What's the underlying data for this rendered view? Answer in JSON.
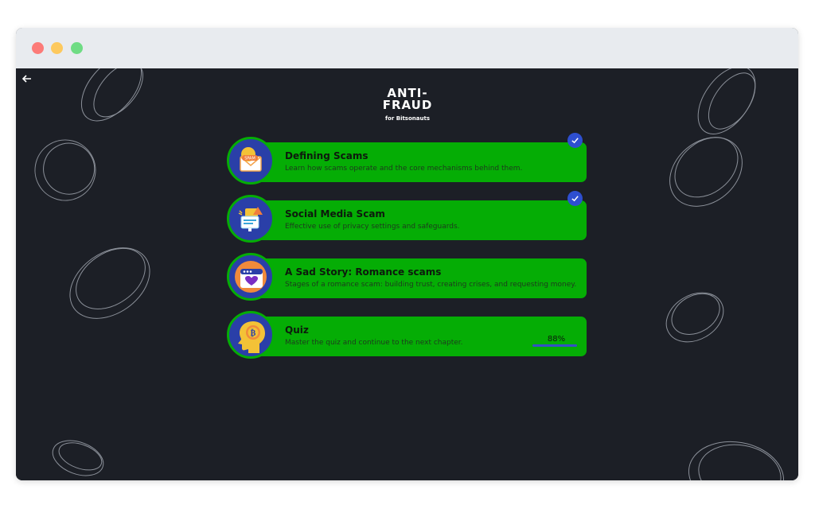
{
  "window": {
    "controls": [
      "close",
      "minimize",
      "maximize"
    ]
  },
  "nav": {
    "back_icon": "arrow-left-icon"
  },
  "logo": {
    "line1": "ANTI-",
    "line2": "FRAUD",
    "tagline": "for Bitsonauts"
  },
  "modules": [
    {
      "title": "Defining Scams",
      "description": "Learn how scams operate and the core mechanisms behind them.",
      "icon": "spam-mail-icon",
      "completed": true
    },
    {
      "title": "Social Media Scam",
      "description": "Effective use of privacy settings and safeguards.",
      "icon": "social-alert-icon",
      "completed": true
    },
    {
      "title": "A Sad Story: Romance scams",
      "description": "Stages of a romance scam: building trust, creating crises, and requesting money.",
      "icon": "romance-heart-icon",
      "completed": false
    },
    {
      "title": "Quiz",
      "description": "Master the quiz and continue to the next chapter.",
      "icon": "quiz-head-bitcoin-icon",
      "completed": false,
      "progress_label": "88%",
      "progress": 0.88
    }
  ],
  "colors": {
    "accent_green": "#05ad05",
    "background": "#1c1f26",
    "icon_blue": "#2a3fa8",
    "check_blue": "#2e4fd0"
  }
}
